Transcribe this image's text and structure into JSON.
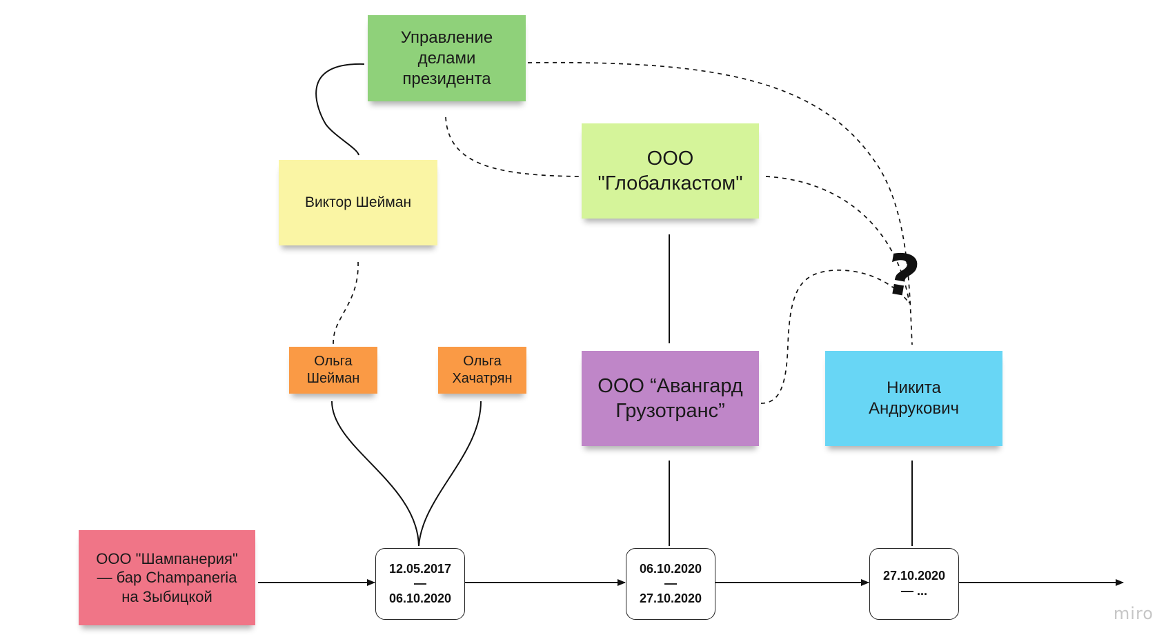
{
  "notes": {
    "upravlenie": "Управление\nделами\nпрезидента",
    "viktor": "Виктор Шейман",
    "globalkastom": "ООО\n\"Глобалкастом\"",
    "olga_sheyman": "Ольга\nШейман",
    "olga_khachatryan": "Ольга\nХачатрян",
    "avangard": "ООО “Авангард\nГрузотранс”",
    "nikita": "Никита\nАндрукович",
    "shampaneria": "ООО \"Шампанерия\"\n— бар Champaneria\nна Зыбицкой"
  },
  "dates": {
    "d1": "12.05.2017\n—\n06.10.2020",
    "d2": "06.10.2020\n—\n27.10.2020",
    "d3": "27.10.2020\n— ..."
  },
  "question_mark": "?",
  "brand": "miro",
  "colors": {
    "green": "#8fd17a",
    "yellow": "#faf5a4",
    "lime": "#d5f49a",
    "orange": "#fa9a45",
    "purple": "#bf86c8",
    "blue": "#68d6f5",
    "pink": "#f07587"
  }
}
